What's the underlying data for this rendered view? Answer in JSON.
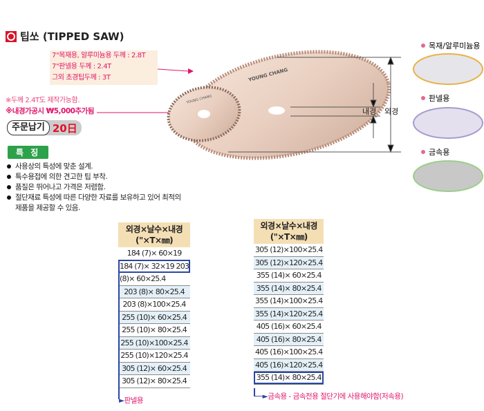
{
  "title": "팁쏘 (TIPPED SAW)",
  "spec_box": [
    "7\"목재용, 알루미늄용 두께 : 2.8T",
    "7\"판넬용 두께 : 2.4T",
    "그외 초경팁두께 : 3T"
  ],
  "notes": [
    "※두께 2.4T도 제작가능함.",
    "※내경가공시 ₩5,000추가됨"
  ],
  "order": {
    "label": "주문납기",
    "days": "20日"
  },
  "features": {
    "heading": "특 징",
    "items": [
      "사용상의 특성에 맞춘 설계.",
      "특수용접에 의한 견고한 팁 부착.",
      "품질은 뛰어나고 가격은 저렴함.",
      "절단재료 특성에 따른 다양한 자료를 보유하고 있어 최적의 제품을 제공할 수 있음."
    ]
  },
  "diagram": {
    "brand": "YOUNG CHANG",
    "inner_label": "내경",
    "outer_label": "외경"
  },
  "types": [
    "목재/알루미늄용",
    "판넬용",
    "금속용"
  ],
  "colors": {
    "accent": "#e0156a",
    "header": "#f4dfb5",
    "alt_row": "#e4f0f8",
    "highlight": "#2a46a6"
  },
  "table_left": {
    "header": [
      "외경×날수×내경",
      "(\"×T×㎜)"
    ],
    "rows": [
      "184 (7)× 60×19",
      "184 (7)× 32×19 203",
      "(8)× 60×25.4",
      "203 (8)× 80×25.4",
      "203 (8)×100×25.4",
      "255 (10)× 60×25.4",
      "255 (10)× 80×25.4",
      "255 (10)×100×25.4",
      "255 (10)×120×25.4",
      "305 (12)× 60×25.4",
      "305 (12)× 80×25.4"
    ],
    "note": "판넬용"
  },
  "table_right": {
    "header": [
      "외경×날수×내경",
      "(\"×T×㎜)"
    ],
    "rows": [
      "305 (12)×100×25.4",
      "305 (12)×120×25.4",
      "355 (14)× 60×25.4",
      "355 (14)× 80×25.4",
      "355 (14)×100×25.4",
      "355 (14)×120×25.4",
      "405 (16)× 60×25.4",
      "405 (16)× 80×25.4",
      "405 (16)×100×25.4",
      "405 (16)×120×25.4",
      "355 (14)× 80×25.4"
    ],
    "note": "금속용 - 금속전용 절단기에 사용해야함(저속용)"
  }
}
